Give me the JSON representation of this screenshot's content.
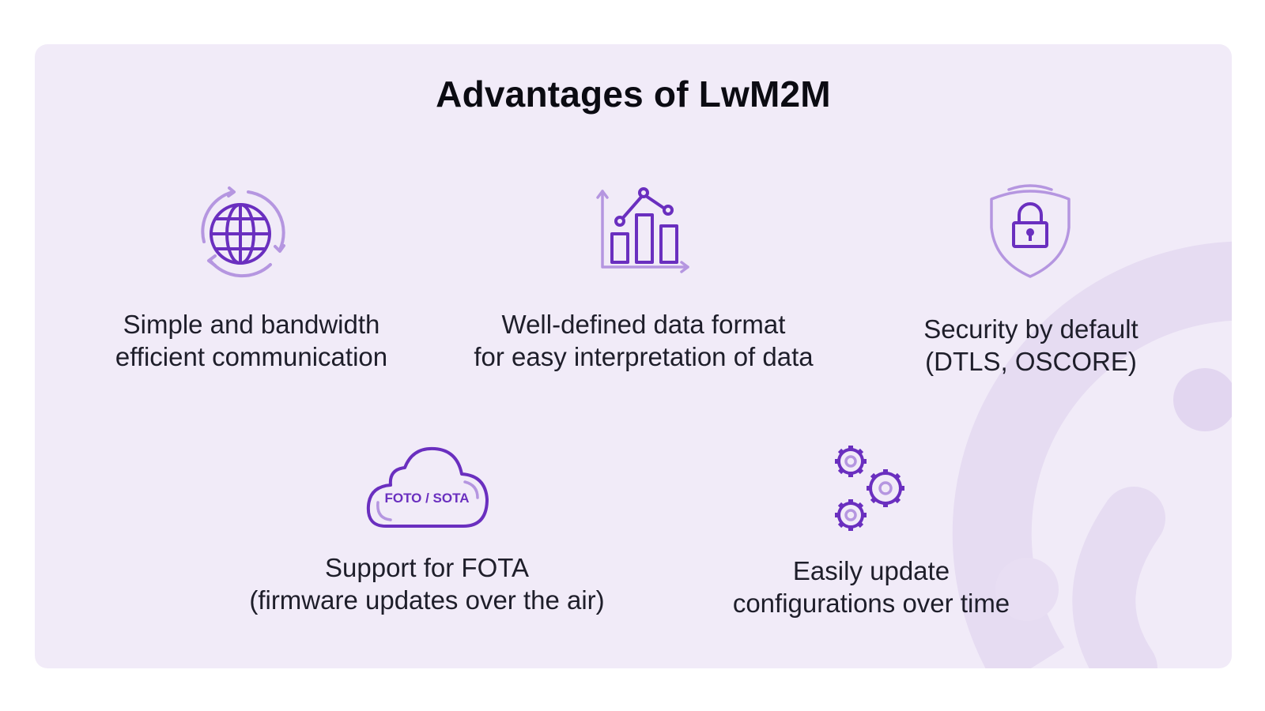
{
  "title": "Advantages of LwM2M",
  "colors": {
    "card_bg": "#f1ebf8",
    "accent_dark": "#6a2fbf",
    "accent_light": "#b596e0",
    "decoration": "#e6dcf2",
    "text": "#1e1e2a"
  },
  "items": [
    {
      "icon": "globe-sync-icon",
      "lines": [
        "Simple and bandwidth",
        "efficient communication"
      ]
    },
    {
      "icon": "chart-icon",
      "lines": [
        "Well-defined data format",
        "for easy interpretation of data"
      ]
    },
    {
      "icon": "shield-lock-icon",
      "lines": [
        "Security by default",
        "(DTLS, OSCORE)"
      ]
    },
    {
      "icon": "cloud-icon",
      "icon_text": "FOTO / SOTA",
      "lines": [
        "Support for FOTA",
        "(firmware updates over the air)"
      ]
    },
    {
      "icon": "gears-icon",
      "lines": [
        "Easily update",
        "configurations over time"
      ]
    }
  ]
}
